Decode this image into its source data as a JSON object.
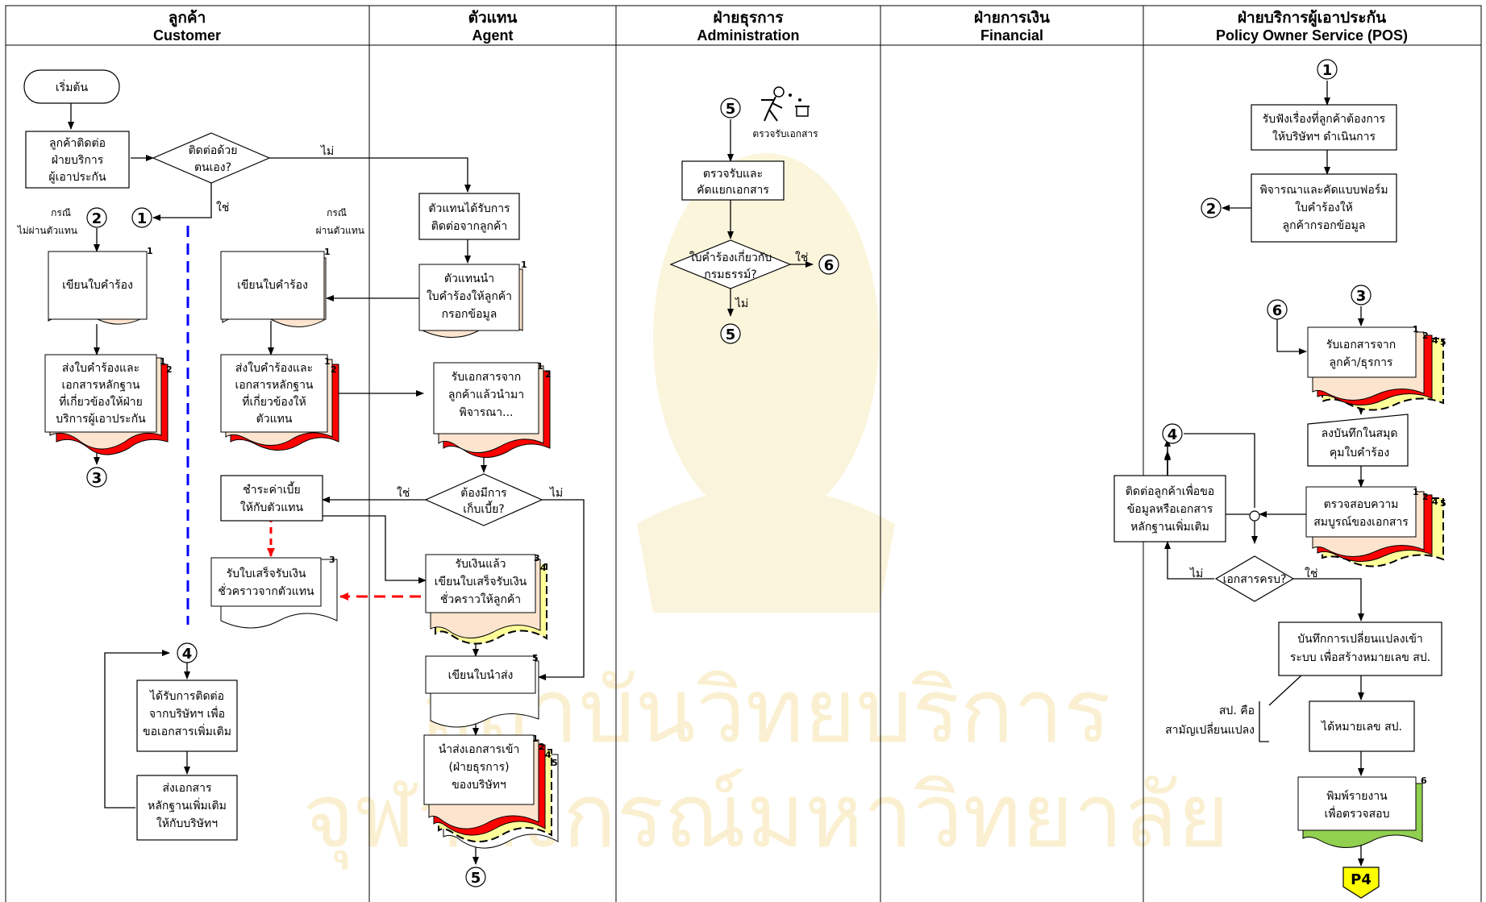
{
  "lanes": [
    {
      "th": "ลูกค้า",
      "en": "Customer"
    },
    {
      "th": "ตัวแทน",
      "en": "Agent"
    },
    {
      "th": "ฝ่ายธุรการ",
      "en": "Administration"
    },
    {
      "th": "ฝ่ายการเงิน",
      "en": "Financial"
    },
    {
      "th": "ฝ่ายบริการผู้เอาประกัน",
      "en": "Policy Owner Service (POS)"
    }
  ],
  "watermark": {
    "line1": "สถาบันวิทยบริการ",
    "line2": "จุฬาลงกรณ์มหาวิทยาลัย"
  },
  "customer": {
    "start": "เริ่มต้น",
    "contact": [
      "ลูกค้าติดต่อ",
      "ฝ่ายบริการ",
      "ผู้เอาประกัน"
    ],
    "decision": [
      "ติดต่อด้วย",
      "ตนเอง?"
    ],
    "case_no_agent": [
      "กรณี",
      "ไม่ผ่านตัวแทน"
    ],
    "write_form": "เขียนใบคำร้อง",
    "send_docs": [
      "ส่งใบคำร้องและ",
      "เอกสารหลักฐาน",
      "ที่เกี่ยวข้องให้ฝ่าย",
      "บริการผู้เอาประกัน"
    ],
    "contacted": [
      "ได้รับการติดต่อ",
      "จากบริษัทฯ เพื่อ",
      "ขอเอกสารเพิ่มเติม"
    ],
    "send_more": [
      "ส่งเอกสาร",
      "หลักฐานเพิ่มเติม",
      "ให้กับบริษัทฯ"
    ],
    "yes": "ใช่",
    "no": "ไม่"
  },
  "agent": {
    "case_via_agent": [
      "กรณี",
      "ผ่านตัวแทน"
    ],
    "received_contact": [
      "ตัวแทนได้รับการ",
      "ติดต่อจากลูกค้า"
    ],
    "bring_form": [
      "ตัวแทนนำ",
      "ใบคำร้องให้ลูกค้า",
      "กรอกข้อมูล"
    ],
    "write_form": "เขียนใบคำร้อง",
    "send_docs": [
      "ส่งใบคำร้องและ",
      "เอกสารหลักฐาน",
      "ที่เกี่ยวข้องให้",
      "ตัวแทน"
    ],
    "receive_docs": [
      "รับเอกสารจาก",
      "ลูกค้าแล้วนำมา",
      "พิจารณา..."
    ],
    "need_premium": [
      "ต้องมีการ",
      "เก็บเบี้ย?"
    ],
    "pay_premium": [
      "ชำระค่าเบี้ย",
      "ให้กับตัวแทน"
    ],
    "receive_receipt": [
      "รับใบเสร็จรับเงิน",
      "ชั่วคราวจากตัวแทน"
    ],
    "receive_money": [
      "รับเงินแล้ว",
      "เขียนใบเสร็จรับเงิน",
      "ชั่วคราวให้ลูกค้า"
    ],
    "write_transmittal": "เขียนใบนำส่ง",
    "deliver_docs": [
      "นำส่งเอกสารเข้า",
      "(ฝ่ายธุรการ)",
      "ของบริษัทฯ"
    ],
    "yes": "ใช่",
    "no": "ไม่"
  },
  "admin": {
    "icon_caption": "ตรวจรับเอกสาร",
    "check_sort": [
      "ตรวจรับและ",
      "คัดแยกเอกสาร"
    ],
    "decision": [
      "ใบคำร้องเกี่ยวกับ",
      "กรมธรรม์?"
    ],
    "yes": "ใช่",
    "no": "ไม่"
  },
  "pos": {
    "listen": [
      "รับฟังเรื่องที่ลูกค้าต้องการ",
      "ให้บริษัทฯ ดำเนินการ"
    ],
    "select_form": [
      "พิจารณาและคัดแบบฟอร์ม",
      "ใบคำร้องให้",
      "ลูกค้ากรอกข้อมูล"
    ],
    "receive_docs": [
      "รับเอกสารจาก",
      "ลูกค้า/ธุรการ"
    ],
    "log_book": [
      "ลงบันทึกในสมุด",
      "คุมใบคำร้อง"
    ],
    "check_complete": [
      "ตรวจสอบความ",
      "สมบูรณ์ของเอกสาร"
    ],
    "contact_customer": [
      "ติดต่อลูกค้าเพื่อขอ",
      "ข้อมูลหรือเอกสาร",
      "หลักฐานเพิ่มเติม"
    ],
    "docs_complete": "เอกสารครบ?",
    "record_change": [
      "บันทึกการเปลี่ยนแปลงเข้า",
      "ระบบ เพื่อสร้างหมายเลข สป."
    ],
    "note": [
      "สป. คือ",
      "สามัญเปลี่ยนแปลง"
    ],
    "get_number": "ได้หมายเลข สป.",
    "print_report": [
      "พิมพ์รายงาน",
      "เพื่อตรวจสอบ"
    ],
    "offpage": "P4",
    "yes": "ใช่",
    "no": "ไม่"
  },
  "connectors": [
    "1",
    "2",
    "3",
    "4",
    "5",
    "6"
  ],
  "doc_numbers": [
    "1",
    "2",
    "3",
    "4",
    "5",
    "6"
  ],
  "colors": {
    "doc_fill": "#fde4cf",
    "red": "#ff0000",
    "yellow": "#ffff99",
    "green": "#92d050",
    "offpage": "#ffff00",
    "blue_dash": "#0000ff",
    "red_dash": "#ff0000",
    "watermark": "#f5e3a3"
  },
  "icons": [
    "worker-sorting-icon",
    "arrowhead-icon"
  ]
}
